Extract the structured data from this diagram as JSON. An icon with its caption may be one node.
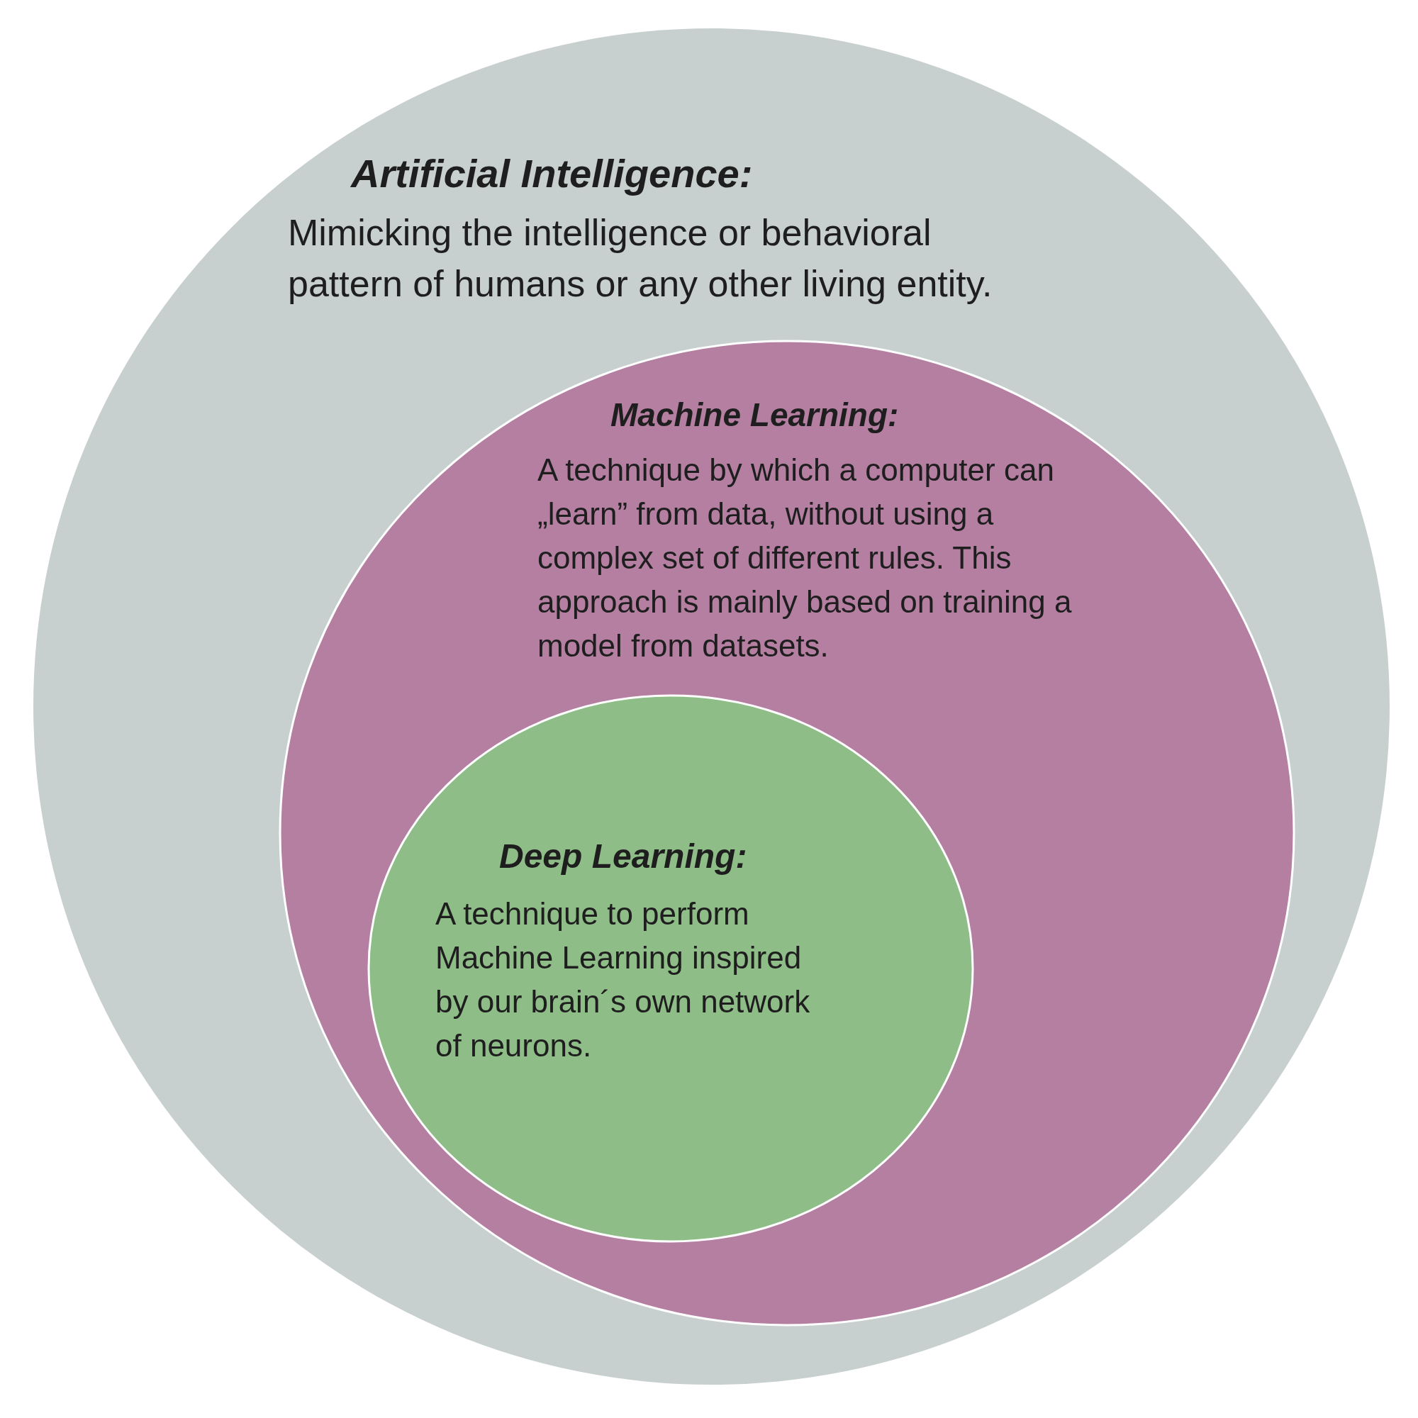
{
  "diagram": {
    "nodes": [
      {
        "text": [
          "Artificial Intelligence:",
          "Mimicking the intelligence or behavioral pattern of humans or any other living entity."
        ]
      },
      {
        "text": [
          "Machine Learning:",
          "A technique by which a computer can „learn” from data, without using a complex set of different rules. This approach is mainly based on training a model from datasets."
        ],
        "in": 0
      },
      {
        "text": [
          "Deep Learning:",
          "A technique to perform Machine Learning inspired by our brain´s own network of neurons."
        ],
        "in": 1
      }
    ]
  }
}
